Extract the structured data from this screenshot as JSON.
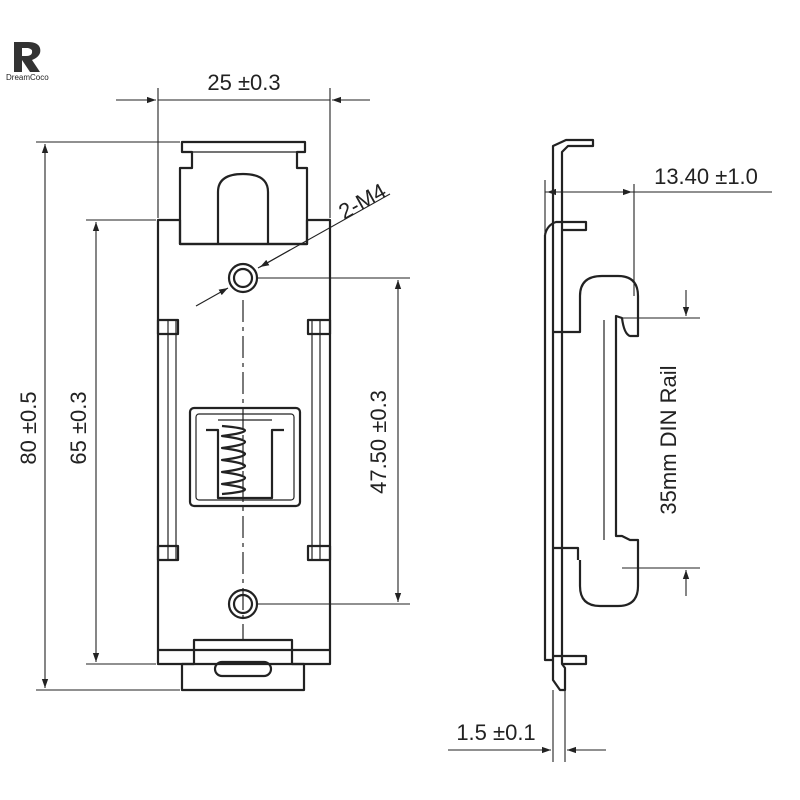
{
  "brand": {
    "name": "DreamCoco"
  },
  "dimensions": {
    "width_top": "25 ±0.3",
    "height_total": "80 ±0.5",
    "height_inner": "65 ±0.3",
    "hole_pitch": "47.50 ±0.3",
    "hole_callout": "2-M4",
    "depth": "13.40 ±1.0",
    "rail": "35mm DIN Rail",
    "thickness": "1.5 ±0.1"
  },
  "colors": {
    "line": "#222222",
    "background": "#ffffff"
  }
}
